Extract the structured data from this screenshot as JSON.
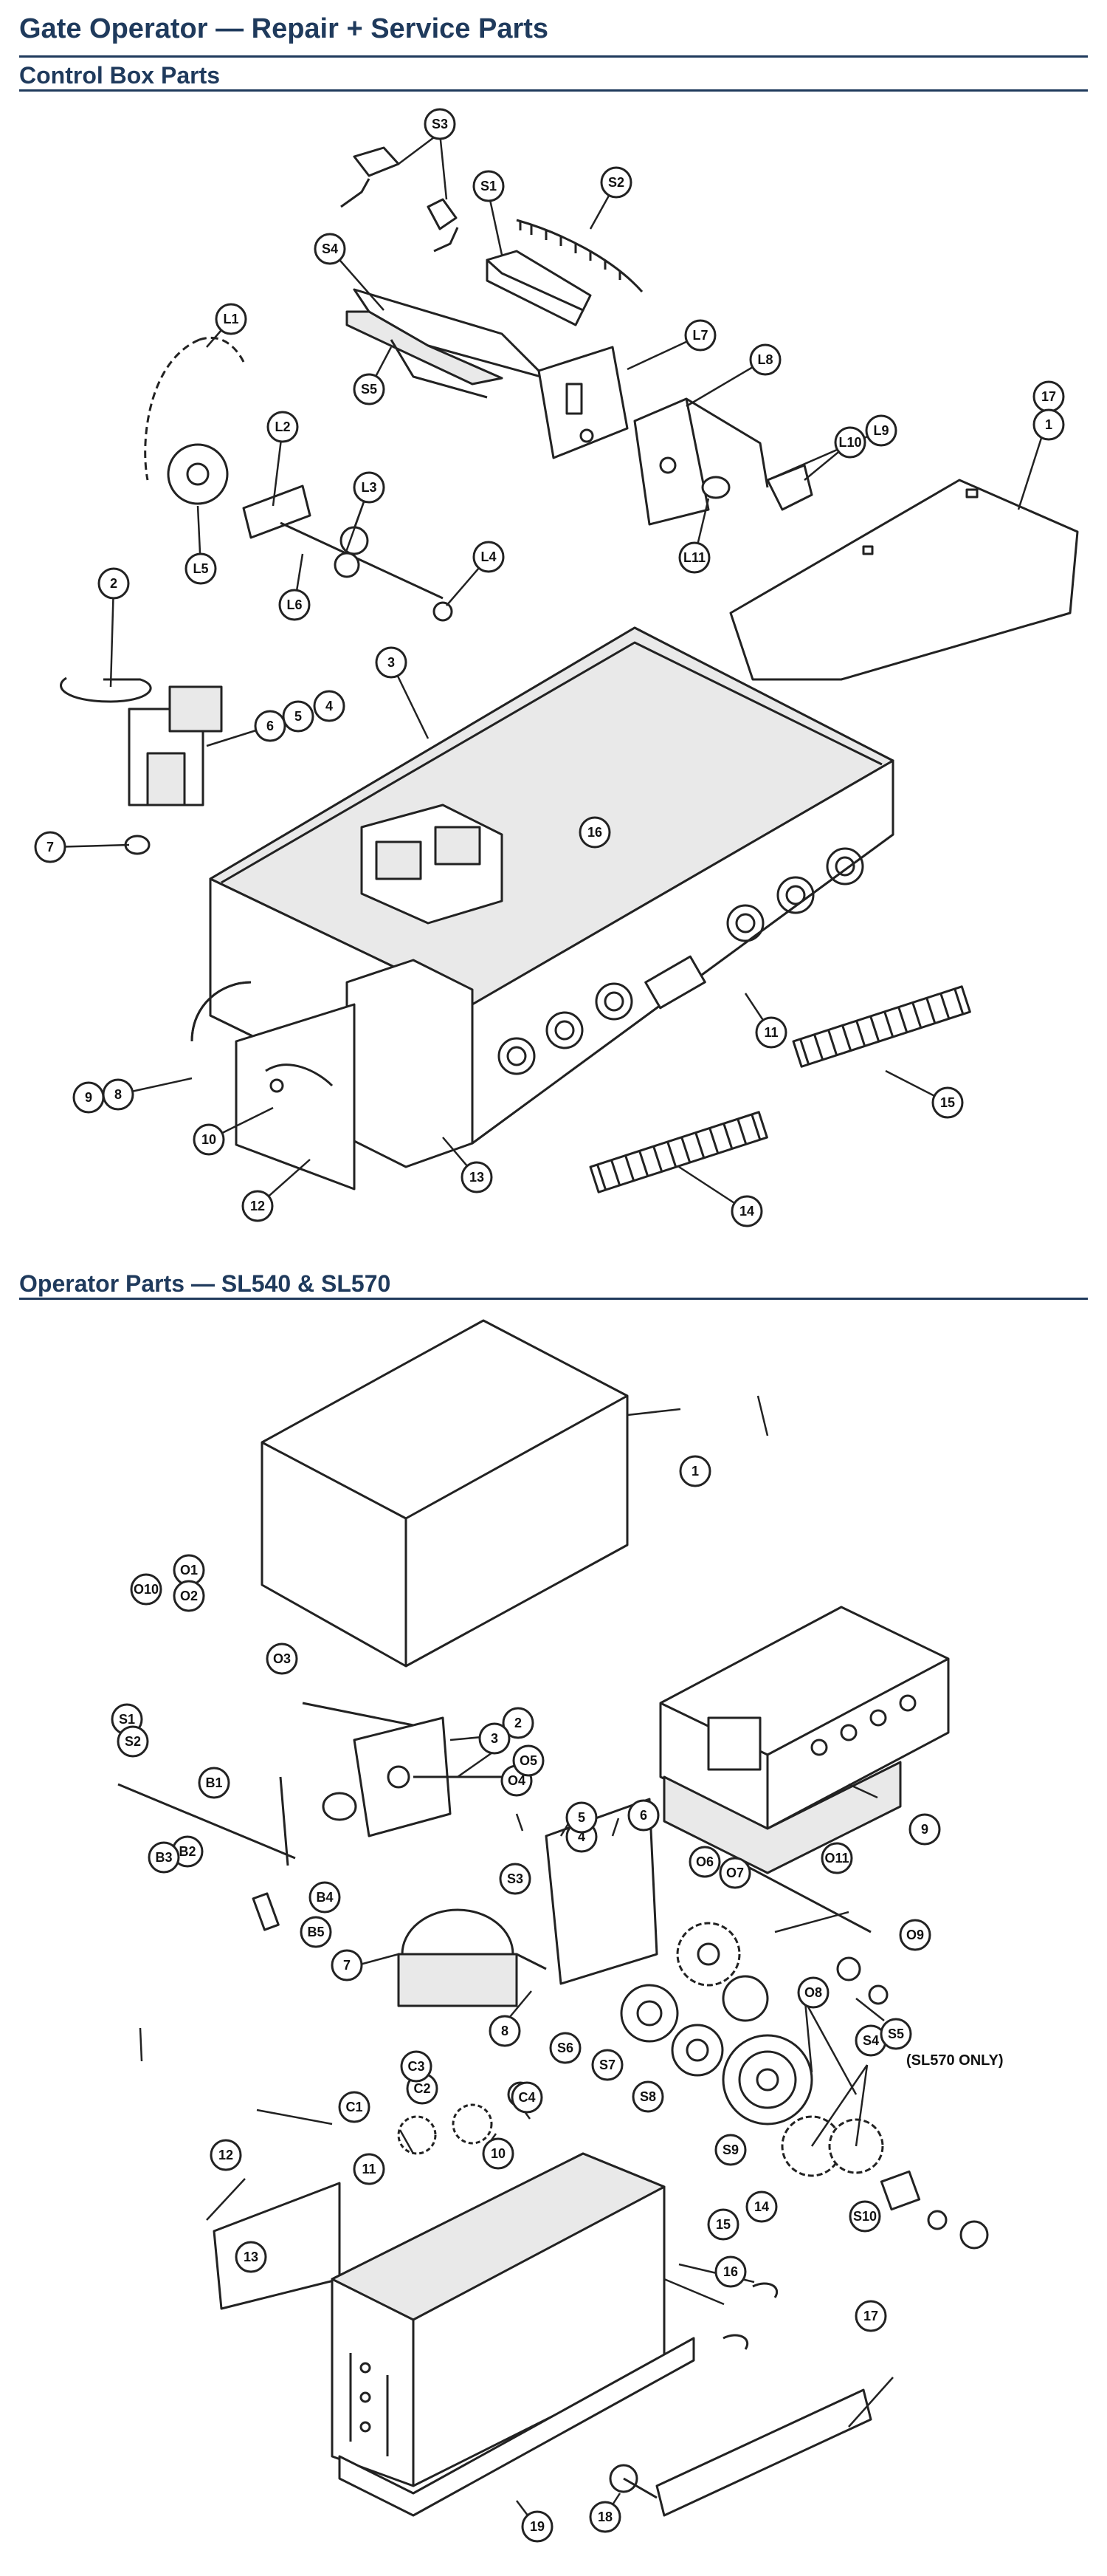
{
  "page": {
    "title": "Gate Operator — Repair + Service Parts"
  },
  "control_box": {
    "section_title": "Control Box Parts",
    "callouts": [
      "S3",
      "S1",
      "S2",
      "S4",
      "S5",
      "L1",
      "L2",
      "L3",
      "L4",
      "L5",
      "L6",
      "L7",
      "L8",
      "L9",
      "L10",
      "L11",
      "17",
      "1",
      "2",
      "3",
      "4",
      "5",
      "6",
      "7",
      "8",
      "9",
      "10",
      "11",
      "12",
      "13",
      "14",
      "15",
      "16"
    ]
  },
  "operator": {
    "section_title": "Operator Parts — SL540 & SL570",
    "note": "(SL570 ONLY)",
    "callouts": [
      "1",
      "2",
      "3",
      "4",
      "5",
      "6",
      "7",
      "8",
      "9",
      "10",
      "11",
      "12",
      "13",
      "14",
      "15",
      "16",
      "17",
      "18",
      "19",
      "O1",
      "O2",
      "O3",
      "O4",
      "O5",
      "O6",
      "O7",
      "O8",
      "O9",
      "O10",
      "O11",
      "S1",
      "S2",
      "S3",
      "S4",
      "S5",
      "S6",
      "S7",
      "S8",
      "S9",
      "S10",
      "B1",
      "B2",
      "B3",
      "B4",
      "B5",
      "C1",
      "C2",
      "C3",
      "C4"
    ]
  }
}
